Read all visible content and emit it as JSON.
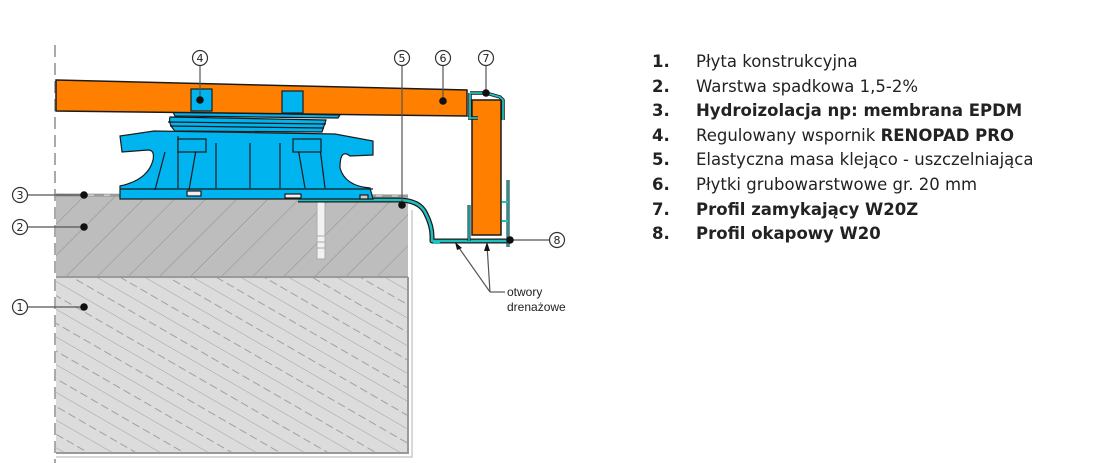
{
  "diagram": {
    "title": "Roof terrace edge detail with adjustable pedestal",
    "colors": {
      "tile": "#ff8000",
      "pedestal": "#00b4f0",
      "profile": "#1fbfbf",
      "slope_layer": "#bdbdbd",
      "structural_slab": "#dcdcdc",
      "outline": "#1a1a1a"
    },
    "callouts": [
      {
        "id": "1",
        "label": "1"
      },
      {
        "id": "2",
        "label": "2"
      },
      {
        "id": "3",
        "label": "3"
      },
      {
        "id": "4",
        "label": "4"
      },
      {
        "id": "5",
        "label": "5"
      },
      {
        "id": "6",
        "label": "6"
      },
      {
        "id": "7",
        "label": "7"
      },
      {
        "id": "8",
        "label": "8"
      }
    ],
    "annotation": {
      "line1": "otwory",
      "line2": "drenażowe"
    }
  },
  "legend": {
    "items": [
      {
        "num": "1.",
        "text": "Płyta konstrukcyjna",
        "bold_suffix": "",
        "bold": false
      },
      {
        "num": "2.",
        "text": "Warstwa spadkowa 1,5-2%",
        "bold_suffix": "",
        "bold": false
      },
      {
        "num": "3.",
        "text": "Hydroizolacja np: membrana EPDM",
        "bold_suffix": "",
        "bold": true
      },
      {
        "num": "4.",
        "text": "Regulowany wspornik ",
        "bold_suffix": "RENOPAD PRO",
        "bold": false
      },
      {
        "num": "5.",
        "text": "Elastyczna masa klejąco - uszczelniająca",
        "bold_suffix": "",
        "bold": false
      },
      {
        "num": "6.",
        "text": "Płytki grubowarstwowe gr. 20 mm",
        "bold_suffix": "",
        "bold": false
      },
      {
        "num": "7.",
        "text": "Profil zamykający W20Z",
        "bold_suffix": "",
        "bold": true
      },
      {
        "num": "8.",
        "text": "Profil okapowy W20",
        "bold_suffix": "",
        "bold": true
      }
    ]
  }
}
